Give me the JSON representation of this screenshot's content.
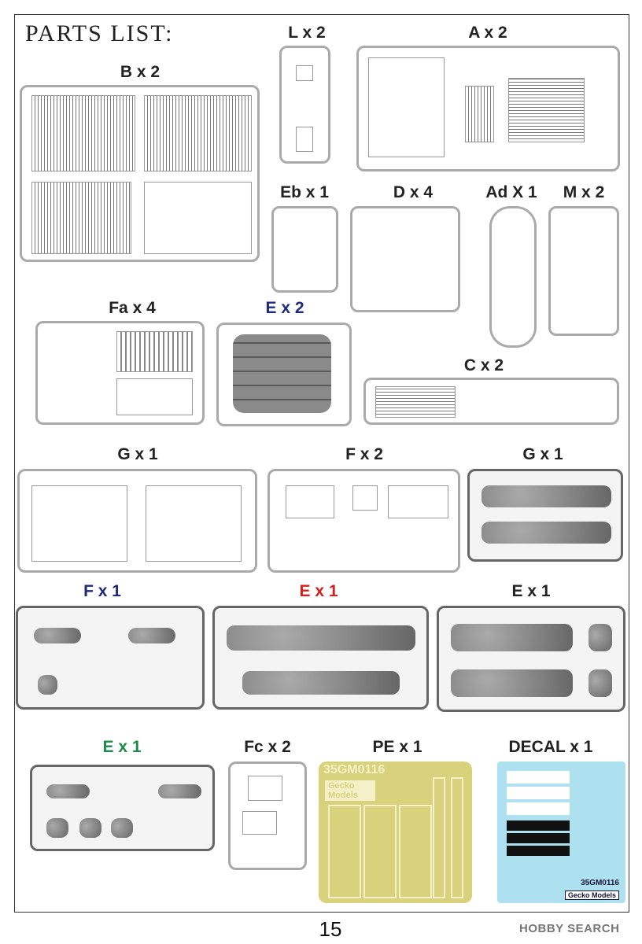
{
  "title": "PARTS LIST:",
  "sprues": {
    "B": {
      "label": "B x 2",
      "color": "#222222"
    },
    "L": {
      "label": "L x 2",
      "color": "#222222"
    },
    "A": {
      "label": "A x 2",
      "color": "#222222"
    },
    "Eb": {
      "label": "Eb x 1",
      "color": "#222222"
    },
    "D": {
      "label": "D x 4",
      "color": "#222222"
    },
    "Ad": {
      "label": "Ad X 1",
      "color": "#222222"
    },
    "M": {
      "label": "M x 2",
      "color": "#222222"
    },
    "Fa": {
      "label": "Fa x 4",
      "color": "#222222"
    },
    "E_blue": {
      "label": "E x 2",
      "color": "#1f2a78"
    },
    "C": {
      "label": "C x 2",
      "color": "#222222"
    },
    "G1": {
      "label": "G x 1",
      "color": "#222222"
    },
    "F2": {
      "label": "F x 2",
      "color": "#222222"
    },
    "G_dark": {
      "label": "G x 1",
      "color": "#222222"
    },
    "F_blue": {
      "label": "F x 1",
      "color": "#1f2a78"
    },
    "E_red": {
      "label": "E x 1",
      "color": "#d42020"
    },
    "E_black": {
      "label": "E x 1",
      "color": "#222222"
    },
    "E_green": {
      "label": "E x 1",
      "color": "#1e8a4a"
    },
    "Fc": {
      "label": "Fc x 2",
      "color": "#222222"
    },
    "PE": {
      "label": "PE x 1",
      "color": "#222222",
      "code": "35GM0116",
      "logo": "Gecko Models"
    },
    "DECAL": {
      "label": "DECAL x 1",
      "color": "#222222",
      "code": "35GM0116",
      "logo": "Gecko Models"
    }
  },
  "page_number": "15",
  "watermark": "HOBBY SEARCH"
}
